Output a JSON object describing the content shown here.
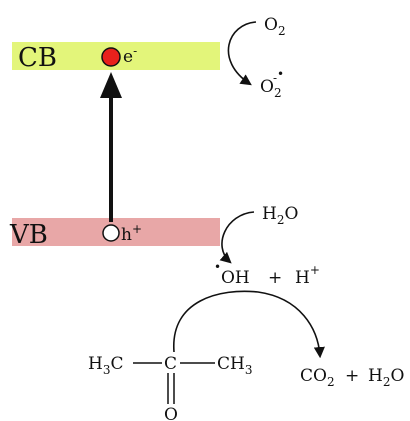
{
  "colors": {
    "cb_band": "#e3f57a",
    "vb_band": "#e8a7a7",
    "electron_fill": "#e8211c",
    "hole_fill": "#ffffff",
    "stroke": "#111111"
  },
  "bands": {
    "cb": {
      "label": "CB"
    },
    "vb": {
      "label": "VB"
    }
  },
  "carriers": {
    "electron": {
      "symbol": "e",
      "charge": "-"
    },
    "hole": {
      "symbol": "h",
      "charge": "+"
    }
  },
  "reactions": {
    "reduction": {
      "reactant": "O",
      "reactant_sub": "2",
      "product": "O",
      "product_sub": "2",
      "product_sup": "-",
      "product_dot": "•"
    },
    "oxidation": {
      "reactant_h": "H",
      "reactant_sub": "2",
      "reactant_o": "O",
      "radical_dot": "•",
      "radical": "OH",
      "plus": "+",
      "proton": "H",
      "proton_sup": "+"
    },
    "degradation": {
      "left_group": "H",
      "left_sub": "3",
      "left_c": "C",
      "center": "C",
      "right_group": "CH",
      "right_sub": "3",
      "carbonyl": "O",
      "co2": "CO",
      "co2_sub": "2",
      "plus": "+",
      "water_h": "H",
      "water_sub": "2",
      "water_o": "O"
    }
  }
}
